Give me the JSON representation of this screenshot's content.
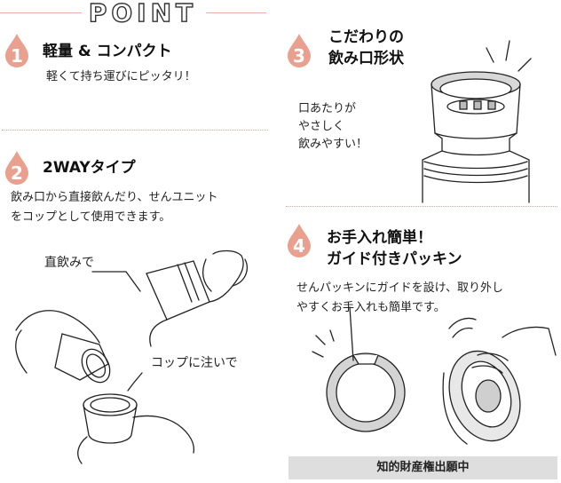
{
  "header": {
    "title": "POINT"
  },
  "colors": {
    "accent": "#e9a08f",
    "divider": "#e2a79a",
    "badge_bg": "#dedede"
  },
  "points": [
    {
      "number": "1",
      "title": "軽量 & コンパクト",
      "text_lines": [
        "軽くて持ち運びにピッタリ！"
      ]
    },
    {
      "number": "2",
      "title": "2WAYタイプ",
      "text_lines": [
        "飲み口から直接飲んだり、せんユニット",
        "をコップとして使用できます。"
      ],
      "captions": {
        "direct": "直飲みで",
        "cup": "コップに注いで"
      }
    },
    {
      "number": "3",
      "title_lines": [
        "こだわりの",
        "飲み口形状"
      ],
      "text_lines": [
        "口あたりが",
        "やさしく",
        "飲みやすい！"
      ]
    },
    {
      "number": "4",
      "title_lines": [
        "お手入れ簡単！",
        "ガイド付きパッキン"
      ],
      "text_lines": [
        "せんパッキンにガイドを設け、取り外し",
        "やすくお手入れも簡単です。"
      ]
    }
  ],
  "footer": {
    "badge": "知的財産権出願中"
  }
}
